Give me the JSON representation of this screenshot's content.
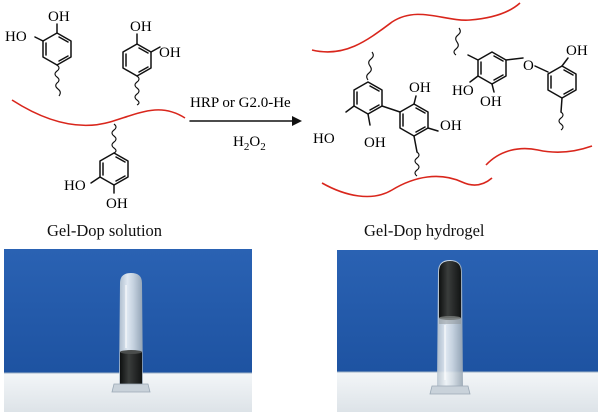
{
  "reaction": {
    "reagent": "HRP or G2.0-He",
    "oxidant": "H",
    "oxidant_subscript_1": "2",
    "oxidant_o": "O",
    "oxidant_subscript_2": "2"
  },
  "left_structure": {
    "caption": "Gel-Dop solution",
    "groups": {
      "r1_oh_a": "HO",
      "r1_oh_b": "OH",
      "r2_oh_a": "OH",
      "r2_oh_b": "OH",
      "r3_oh_a": "HO",
      "r3_oh_b": "OH"
    }
  },
  "right_structure": {
    "caption": "Gel-Dop hydrogel",
    "groups": {
      "bp_oh_1": "OH",
      "bp_oh_2": "OH",
      "bp_oh_3": "HO",
      "bp_oh_4": "OH",
      "ether_o": "O",
      "ar_oh_1": "HO",
      "ar_oh_2": "OH",
      "ar_oh_3": "OH"
    }
  },
  "photos": [
    {
      "name": "solution",
      "liquid_color": "#1b1d1d"
    },
    {
      "name": "hydrogel",
      "liquid_color": "#1b1d1d"
    }
  ],
  "colors": {
    "polymer_chain": "#d9261c",
    "backdrop_blue": "#1f57a8",
    "table_white": "#e9eef2"
  }
}
